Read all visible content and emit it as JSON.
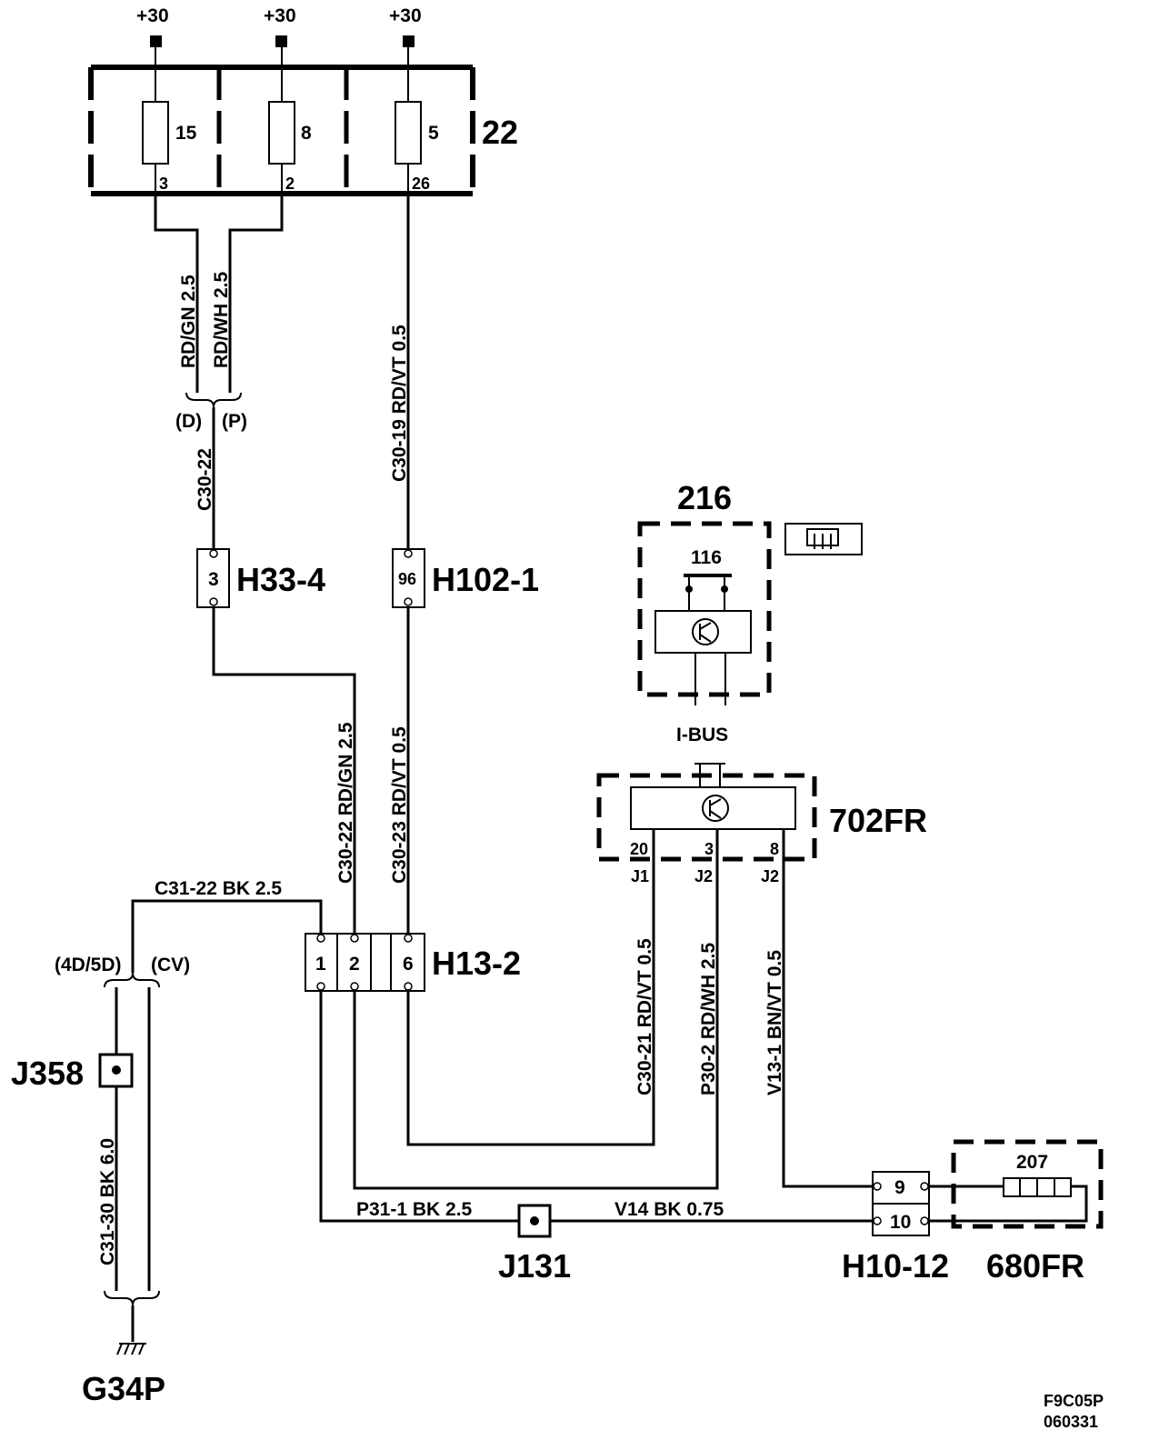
{
  "fuse_box": {
    "id": "22",
    "supply": [
      "+30",
      "+30",
      "+30"
    ],
    "fuses": [
      {
        "number": "15",
        "pin": "3"
      },
      {
        "number": "8",
        "pin": "2"
      },
      {
        "number": "5",
        "pin": "26"
      }
    ]
  },
  "wires": {
    "rd_gn_top": "RD/GN   2.5",
    "rd_wh_top": "RD/WH   2.5",
    "rd_vt_top": "C30-19   RD/VT   0.5",
    "c30_22_top": "C30-22",
    "c30_22_mid": "C30-22  RD/GN   2.5",
    "c30_23_mid": "C30-23   RD/VT   0.5",
    "c31_22": "C31-22  BK 2.5",
    "c30_21": "C30-21  RD/VT   0.5",
    "p30_2": "P30-2  RD/WH   2.5",
    "v13_1": "V13-1   BN/VT   0.5",
    "p31_1": "P31-1  BK 2.5",
    "v14": "V14   BK   0.75",
    "c31_30": "C31-30   BK   6.0"
  },
  "variants": {
    "d": "(D)",
    "p": "(P)",
    "d4_5": "(4D/5D)",
    "cv": "(CV)"
  },
  "connectors": {
    "h33_4": {
      "label": "H33-4",
      "pin": "3"
    },
    "h102_1": {
      "label": "H102-1",
      "pin": "96"
    },
    "h13_2": {
      "label": "H13-2",
      "pins": [
        "1",
        "2",
        "6"
      ]
    },
    "h10_12": {
      "label": "H10-12",
      "pins": [
        "9",
        "10"
      ]
    }
  },
  "components": {
    "c216": {
      "label": "216",
      "switch": "116"
    },
    "ibus": "I-BUS",
    "c702fr": {
      "label": "702FR",
      "pins": [
        "20",
        "3",
        "8"
      ],
      "jacks": [
        "J1",
        "J2",
        "J2"
      ]
    },
    "c680fr": {
      "label": "680FR",
      "element": "207"
    }
  },
  "splices": {
    "j358": "J358",
    "j131": "J131"
  },
  "ground": "G34P",
  "doc_code": [
    "F9C05P",
    "060331"
  ]
}
